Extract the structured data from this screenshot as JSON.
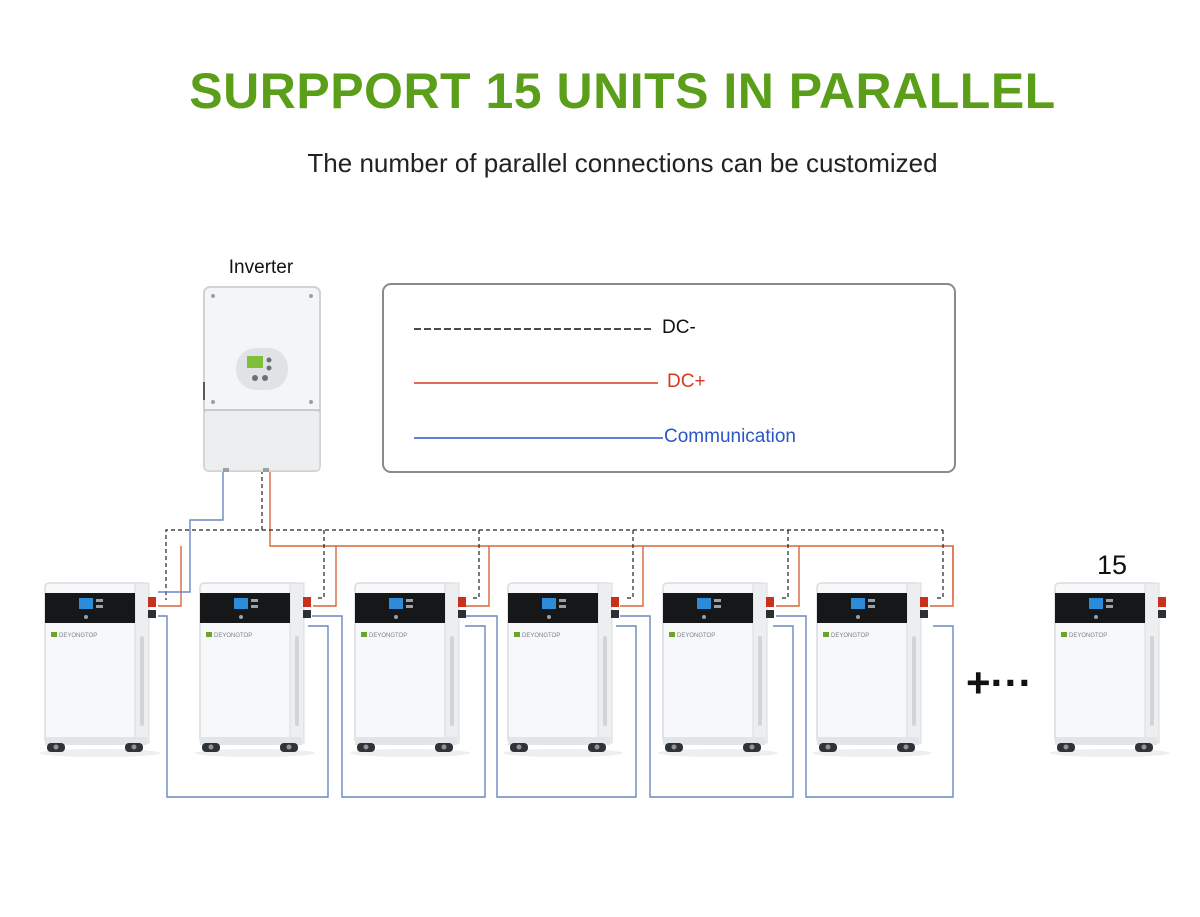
{
  "header": {
    "title": "SURPPORT 15 UNITS IN PARALLEL",
    "subtitle": "The number of parallel connections can be customized"
  },
  "inverter": {
    "label": "Inverter",
    "icon": "inverter-device-icon"
  },
  "legend": {
    "items": [
      {
        "label": "DC-",
        "color": "#111111",
        "style": "dashed"
      },
      {
        "label": "DC+",
        "color": "#d63b1e",
        "style": "solid"
      },
      {
        "label": "Communication",
        "color": "#2a56c6",
        "style": "solid"
      }
    ]
  },
  "batteries": {
    "brand": "DEYONGTOP",
    "icon": "battery-unit-icon",
    "visible_units": 7,
    "last_unit_label": "15",
    "continuation": "+···"
  },
  "colors": {
    "title_green": "#5a9e1a",
    "dc_plus": "#d6663a",
    "communication": "#6b86c4",
    "dc_minus": "#222222",
    "display_blue": "#2d8bd8"
  }
}
